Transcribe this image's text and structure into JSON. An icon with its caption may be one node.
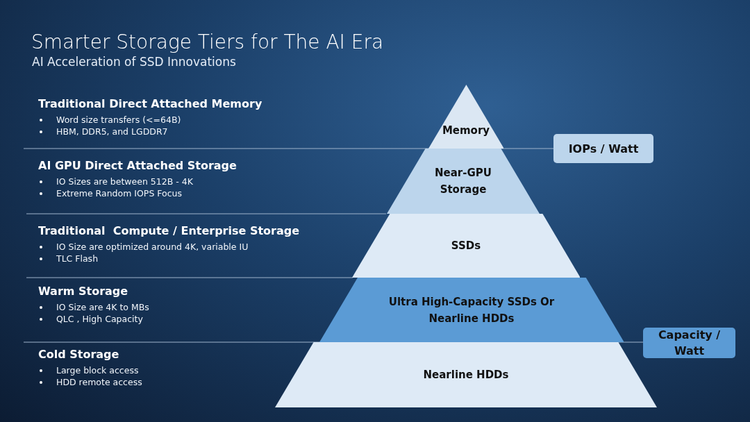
{
  "diagram": {
    "title": "Smarter Storage Tiers for The AI Era",
    "nodes": [
      {
        "text": [
          "Traditional Direct Attached Memory",
          "Word size transfers (<=64B)",
          "HBM, DDR5, and LGDDR7"
        ]
      },
      {
        "text": [
          "AI GPU Direct Attached Storage",
          "IO Sizes are between 512B - 4K",
          "Extreme Random IOPS Focus"
        ]
      },
      {
        "text": [
          "Traditional  Compute / Enterprise Storage",
          "IO Size are optimized around 4K, variable IU",
          "TLC Flash"
        ]
      },
      {
        "text": [
          "Warm Storage",
          "IO Size are 4K to MBs",
          "QLC , High Capacity"
        ]
      },
      {
        "text": [
          "Cold Storage",
          "Large block access",
          "HDD remote access"
        ]
      },
      {
        "text": [
          "Memory"
        ]
      },
      {
        "text": [
          "Near-GPU Storage"
        ]
      },
      {
        "text": [
          "SSDs"
        ]
      },
      {
        "text": [
          "Ultra High-Capacity SSDs Or Nearline HDDs"
        ]
      },
      {
        "text": [
          "Nearline HDDs"
        ]
      },
      {
        "text": [
          "IOPs / Watt"
        ]
      },
      {
        "text": [
          "Capacity / Watt"
        ]
      }
    ],
    "labels": [
      "AI Acceleration of SSD Innovations"
    ]
  }
}
